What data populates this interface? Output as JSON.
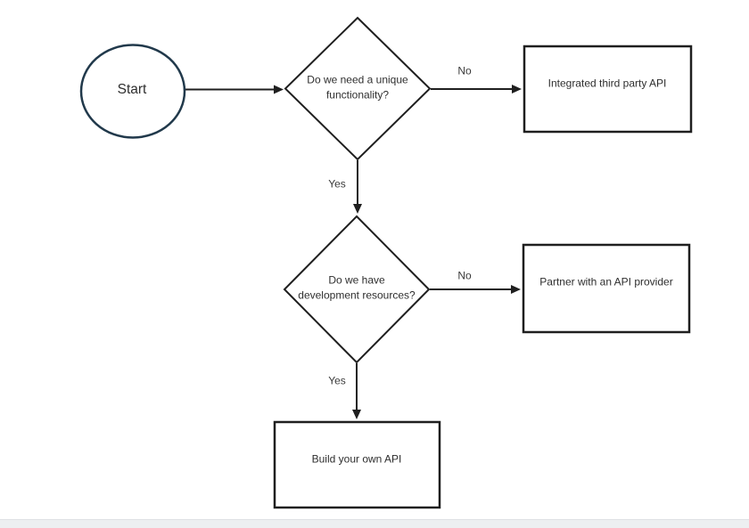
{
  "colors": {
    "background": "#ffffff",
    "line": "#1f1f1f",
    "start_stroke": "#21394b",
    "text": "#2e2e2e",
    "footer_strip": "#edeff1",
    "footer_border": "#dfe1e4"
  },
  "flowchart": {
    "nodes": {
      "start": {
        "type": "circle",
        "label": "Start"
      },
      "decision_unique": {
        "type": "decision",
        "label": "Do we need a unique\nfunctionality?"
      },
      "outcome_third_party": {
        "type": "process",
        "label": "Integrated third party API"
      },
      "decision_resources": {
        "type": "decision",
        "label": "Do we have\ndevelopment resources?"
      },
      "outcome_partner": {
        "type": "process",
        "label": "Partner with an API provider"
      },
      "outcome_build": {
        "type": "process",
        "label": "Build your own API"
      }
    },
    "edges": {
      "unique_no": {
        "label": "No"
      },
      "unique_yes": {
        "label": "Yes"
      },
      "resources_no": {
        "label": "No"
      },
      "resources_yes": {
        "label": "Yes"
      }
    }
  }
}
